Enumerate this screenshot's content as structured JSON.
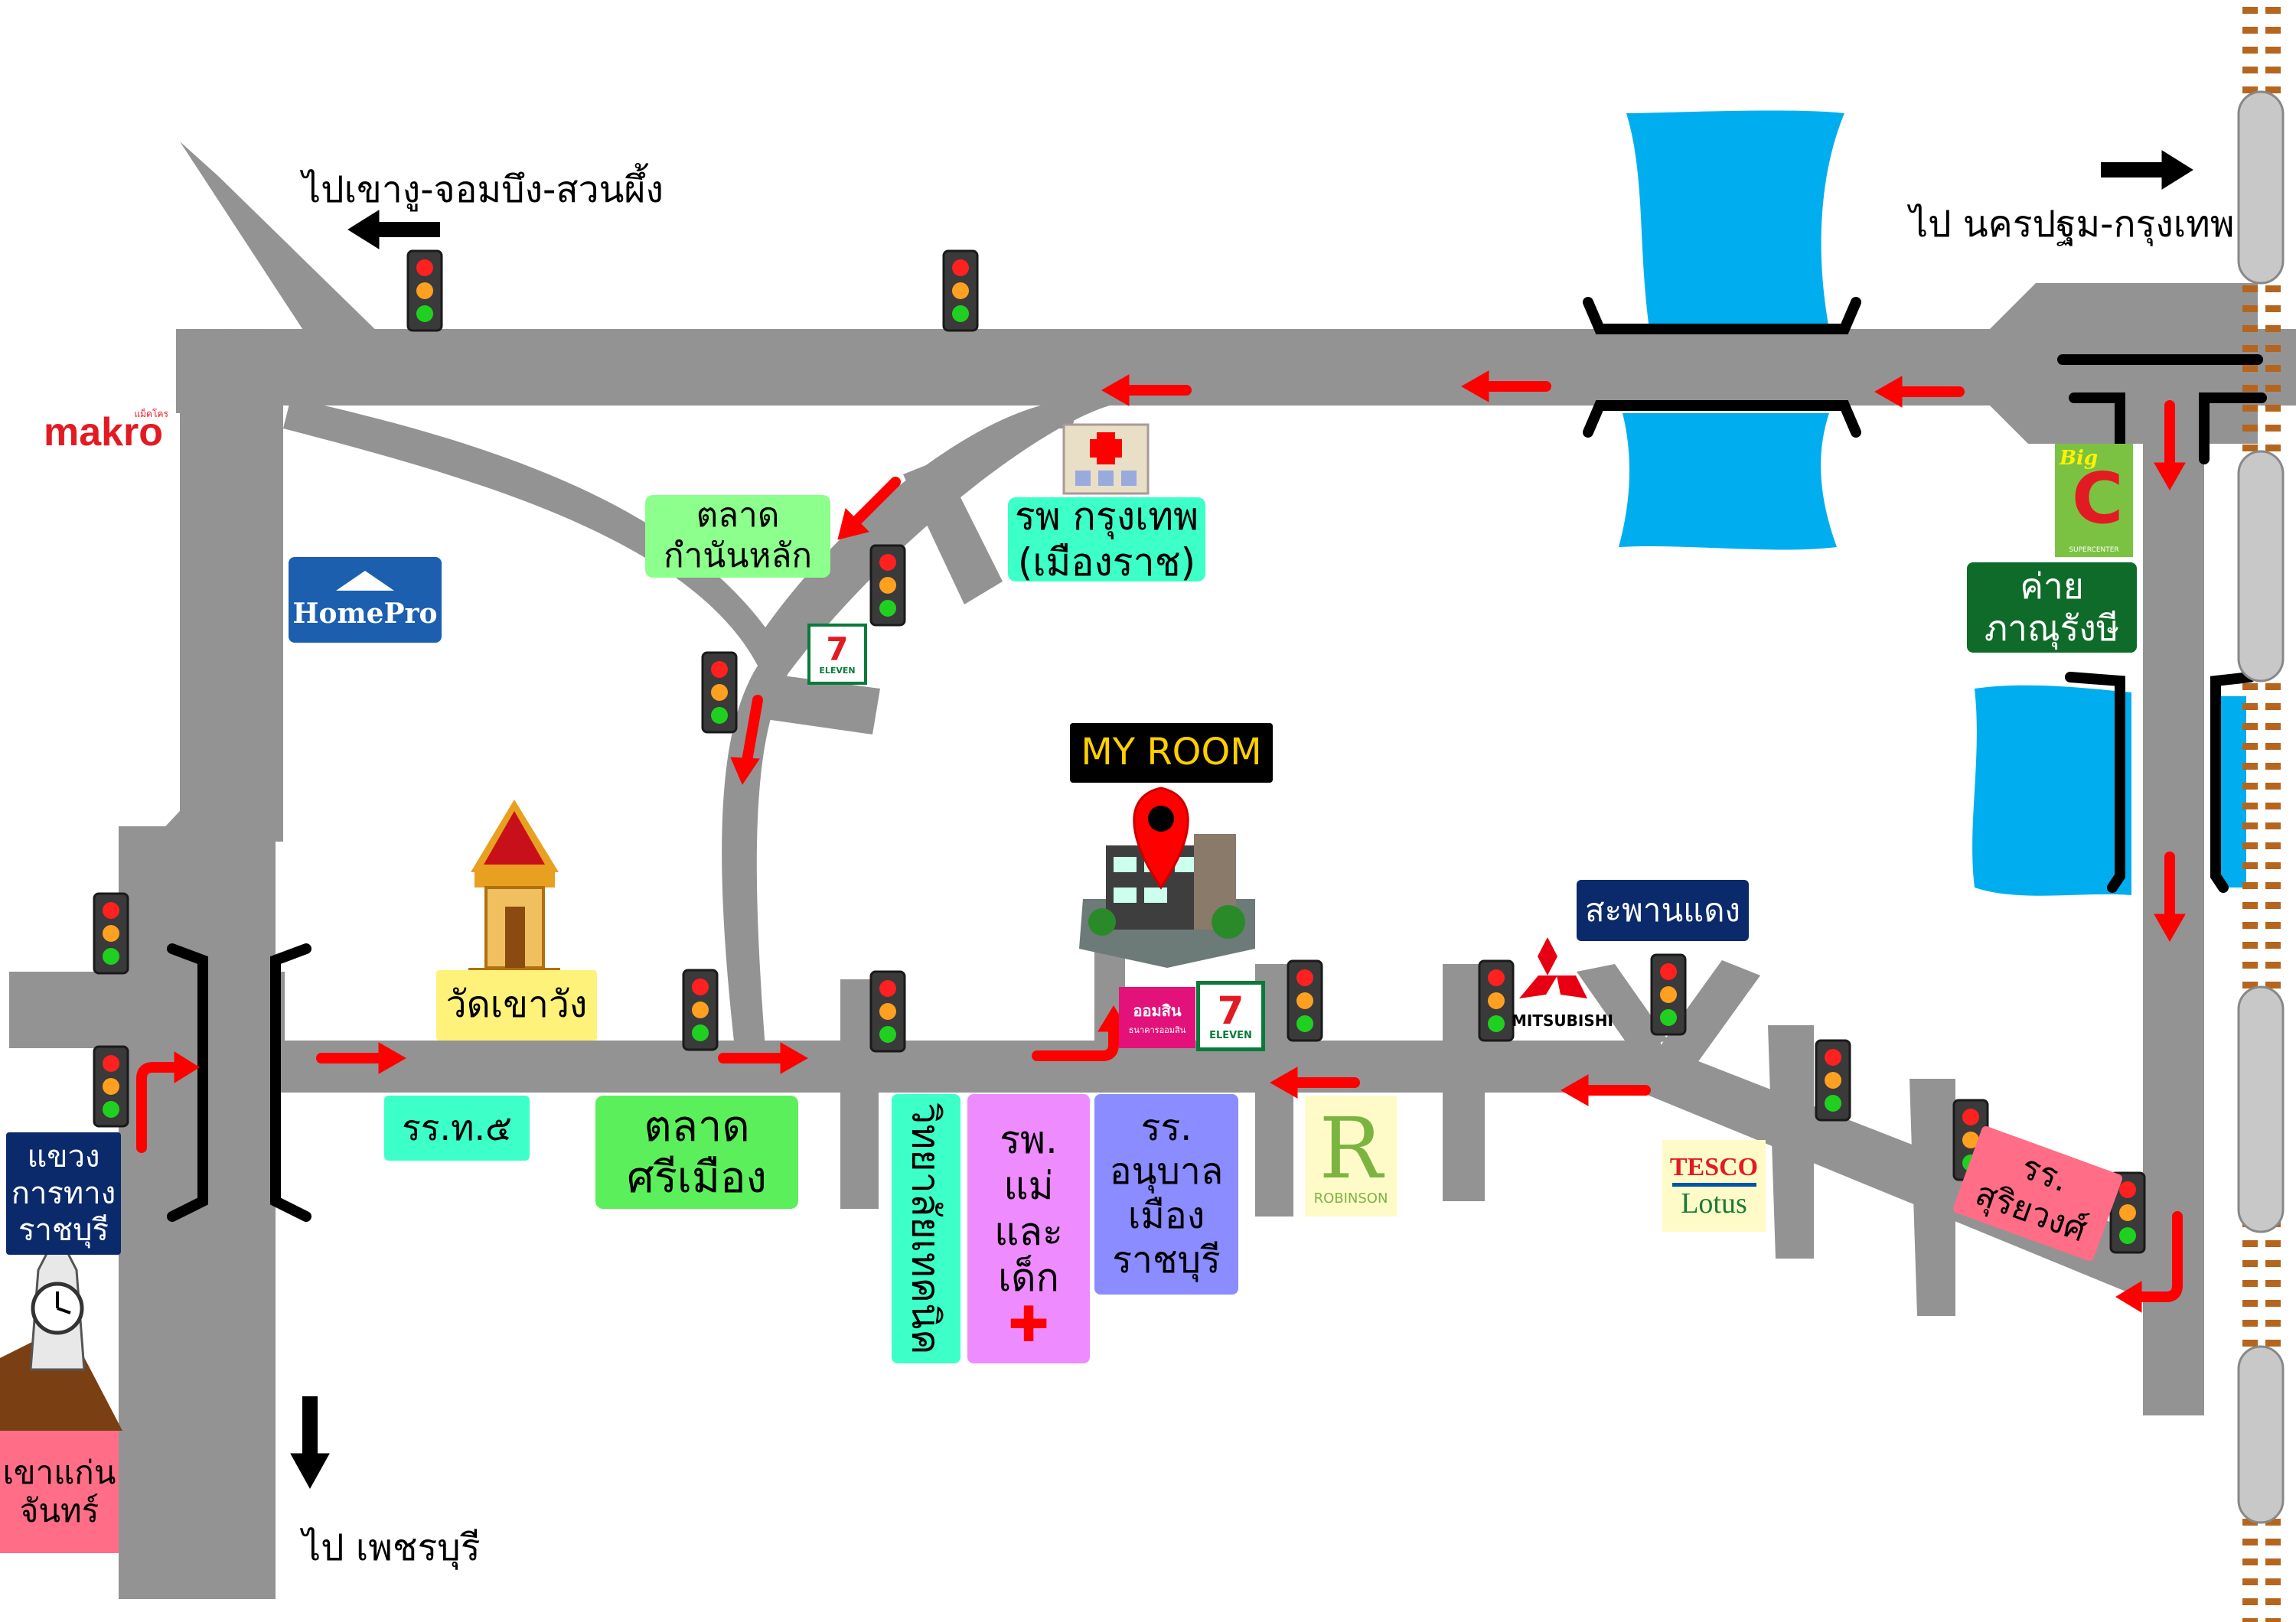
{
  "directions": {
    "to_khaongu": "ไปเขางู-จอมบึง-สวนผึ้ง",
    "to_nakhonpathom": "ไป นครปฐม-กรุงเทพ",
    "to_phetchaburi": "ไป เพชรบุรี"
  },
  "places": {
    "market_kamnan": [
      "ตลาด",
      "กำนันหลัก"
    ],
    "hospital_bangkok": [
      "รพ กรุงเทพ",
      "(เมืองราช)"
    ],
    "camp": [
      "ค่าย",
      "ภาณุรังษี"
    ],
    "my_room": "MY ROOM",
    "saphan_daeng": "สะพานแดง",
    "wat_khaowang": "วัดเขาวัง",
    "school_tho5": "รร.ท.๕",
    "market_srimuang": [
      "ตลาด",
      "ศรีเมือง"
    ],
    "tech_college": "วิทยาลัยเทคนิค",
    "hospital_mother_child": [
      "รพ.",
      "แม่",
      "และ",
      "เด็ก"
    ],
    "school_anuban": [
      "รร.",
      "อนุบาล",
      "เมือง",
      "ราชบุรี"
    ],
    "school_suriyawong": [
      "รร.",
      "สุริยวงศ์"
    ],
    "highway_district": [
      "แขวง",
      "การทาง",
      "ราชบุรี"
    ],
    "khao_kaen_chan": [
      "เขาแก่น",
      "จันทร์"
    ]
  },
  "brands": {
    "makro": "makro",
    "makro_small": "แม็คโคร",
    "homepro": "HomePro",
    "seven_eleven": "ELEVEN",
    "bigc": "Big",
    "bigc_sub": "SUPERCENTER",
    "mitsubishi": "MITSUBISHI",
    "robinson": "ROBINSON",
    "tesco": "TESCO",
    "lotus": "Lotus",
    "bank": "ออมสิน",
    "bank_sub": "ธนาคารออมสิน"
  },
  "colors": {
    "road": "#939393",
    "river": "#00aeef",
    "arrow": "#ff0000",
    "green_label": "#8dff8d",
    "aqua_label": "#3dffc8",
    "navy_label": "#0b2a6b",
    "dark_green_label": "#0f6b2a",
    "yellow_label": "#fff27a",
    "pink_label": "#ff6e86",
    "violet_label": "#ee8cff",
    "blue_label": "#8a8cff",
    "black": "#000000"
  }
}
